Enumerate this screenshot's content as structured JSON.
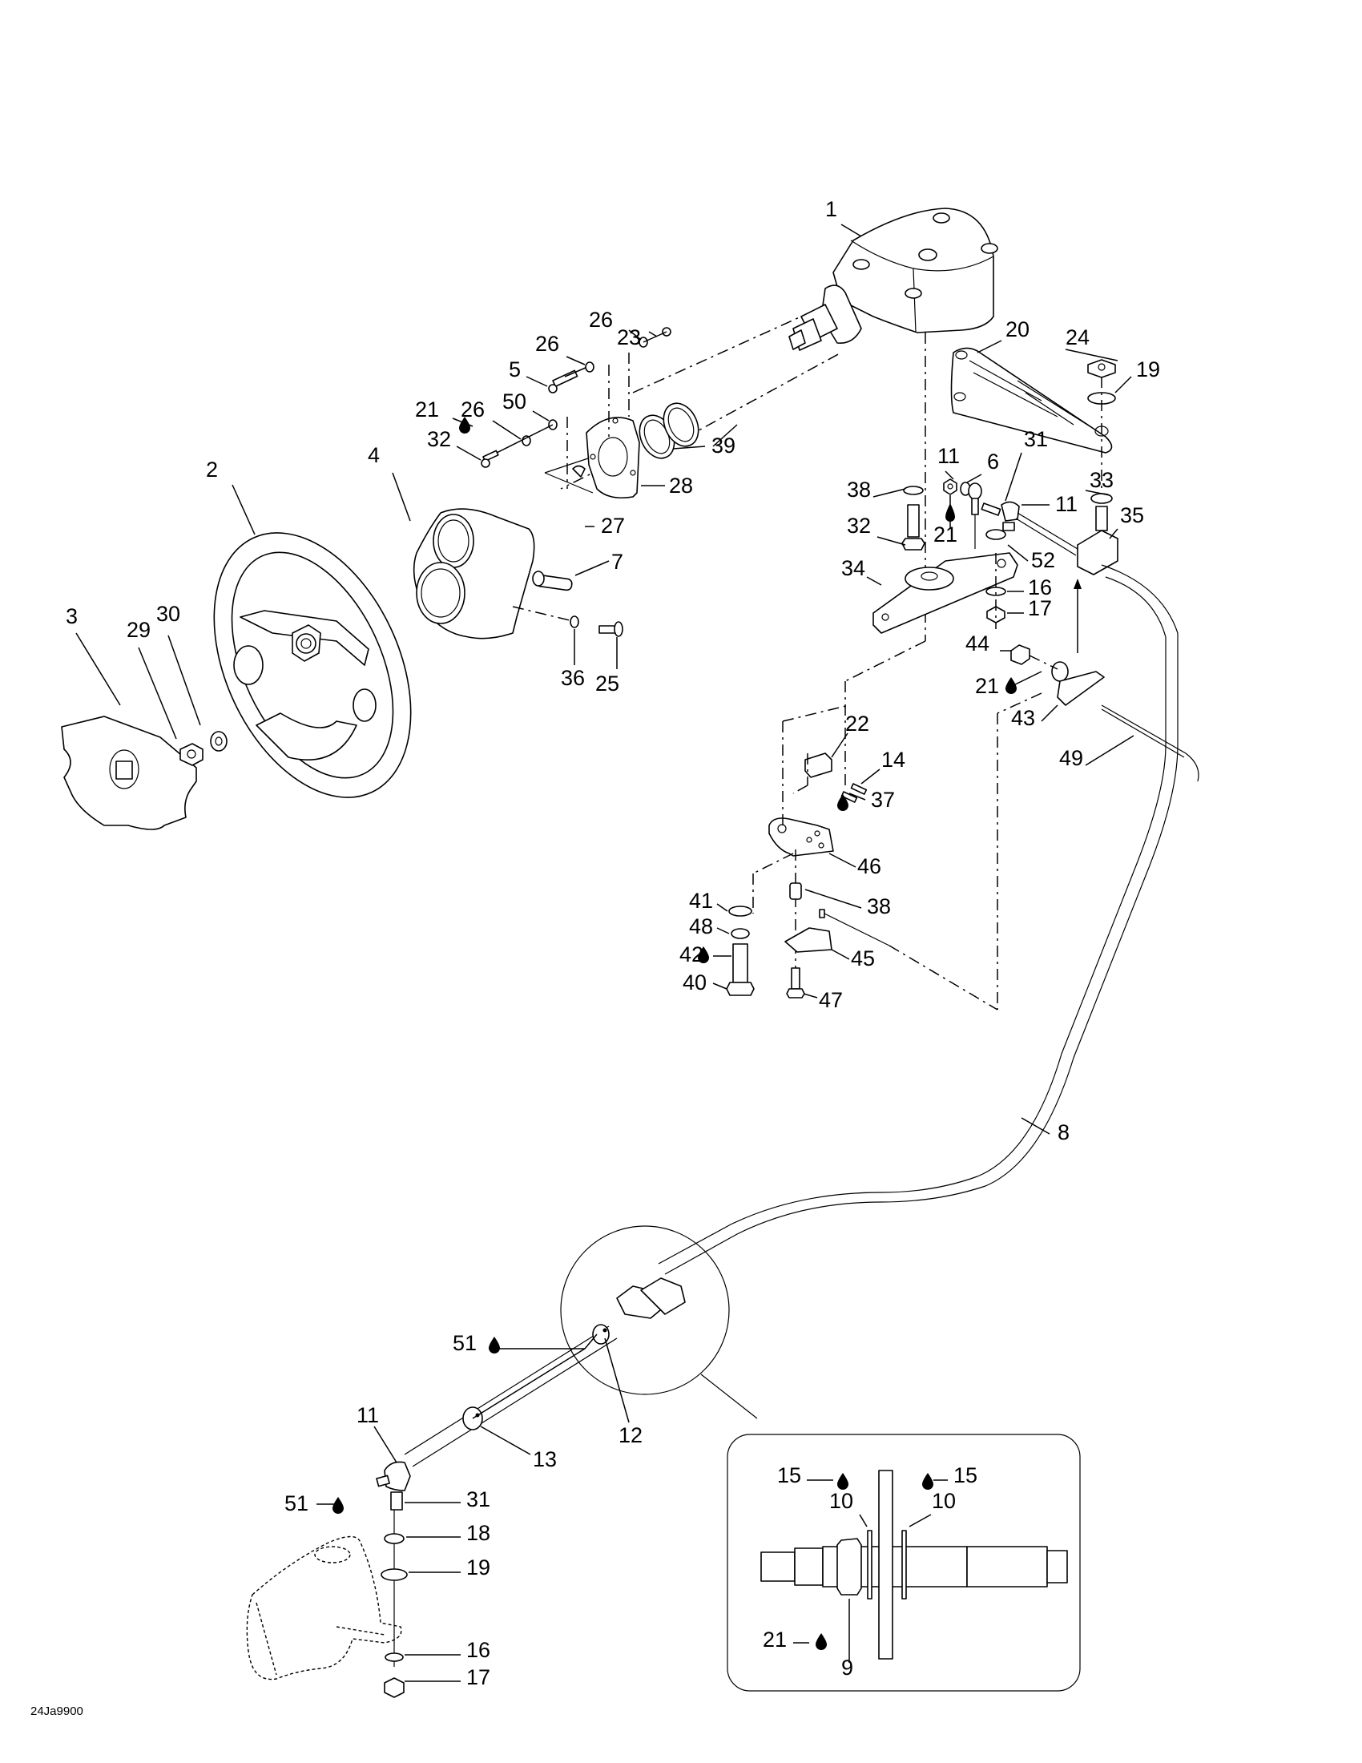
{
  "figure": {
    "id": "24Ja9900",
    "title": "Steering system exploded parts diagram"
  },
  "symbols": {
    "lubricant_icon": "droplet"
  },
  "callouts": [
    {
      "num": "1"
    },
    {
      "num": "20"
    },
    {
      "num": "24"
    },
    {
      "num": "19"
    },
    {
      "num": "23"
    },
    {
      "num": "26"
    },
    {
      "num": "26"
    },
    {
      "num": "5"
    },
    {
      "num": "21"
    },
    {
      "num": "26"
    },
    {
      "num": "50"
    },
    {
      "num": "32"
    },
    {
      "num": "39"
    },
    {
      "num": "28"
    },
    {
      "num": "2"
    },
    {
      "num": "4"
    },
    {
      "num": "27"
    },
    {
      "num": "7"
    },
    {
      "num": "3"
    },
    {
      "num": "29"
    },
    {
      "num": "30"
    },
    {
      "num": "36"
    },
    {
      "num": "25"
    },
    {
      "num": "38"
    },
    {
      "num": "11"
    },
    {
      "num": "6"
    },
    {
      "num": "31"
    },
    {
      "num": "11"
    },
    {
      "num": "33"
    },
    {
      "num": "32"
    },
    {
      "num": "21"
    },
    {
      "num": "35"
    },
    {
      "num": "34"
    },
    {
      "num": "52"
    },
    {
      "num": "16"
    },
    {
      "num": "17"
    },
    {
      "num": "44"
    },
    {
      "num": "21"
    },
    {
      "num": "43"
    },
    {
      "num": "49"
    },
    {
      "num": "22"
    },
    {
      "num": "14"
    },
    {
      "num": "37"
    },
    {
      "num": "46"
    },
    {
      "num": "41"
    },
    {
      "num": "48"
    },
    {
      "num": "38"
    },
    {
      "num": "42"
    },
    {
      "num": "45"
    },
    {
      "num": "40"
    },
    {
      "num": "47"
    },
    {
      "num": "8"
    },
    {
      "num": "51"
    },
    {
      "num": "12"
    },
    {
      "num": "11"
    },
    {
      "num": "13"
    },
    {
      "num": "51"
    },
    {
      "num": "31"
    },
    {
      "num": "18"
    },
    {
      "num": "19"
    },
    {
      "num": "16"
    },
    {
      "num": "17"
    },
    {
      "num": "15"
    },
    {
      "num": "15"
    },
    {
      "num": "10"
    },
    {
      "num": "10"
    },
    {
      "num": "21"
    },
    {
      "num": "9"
    }
  ]
}
